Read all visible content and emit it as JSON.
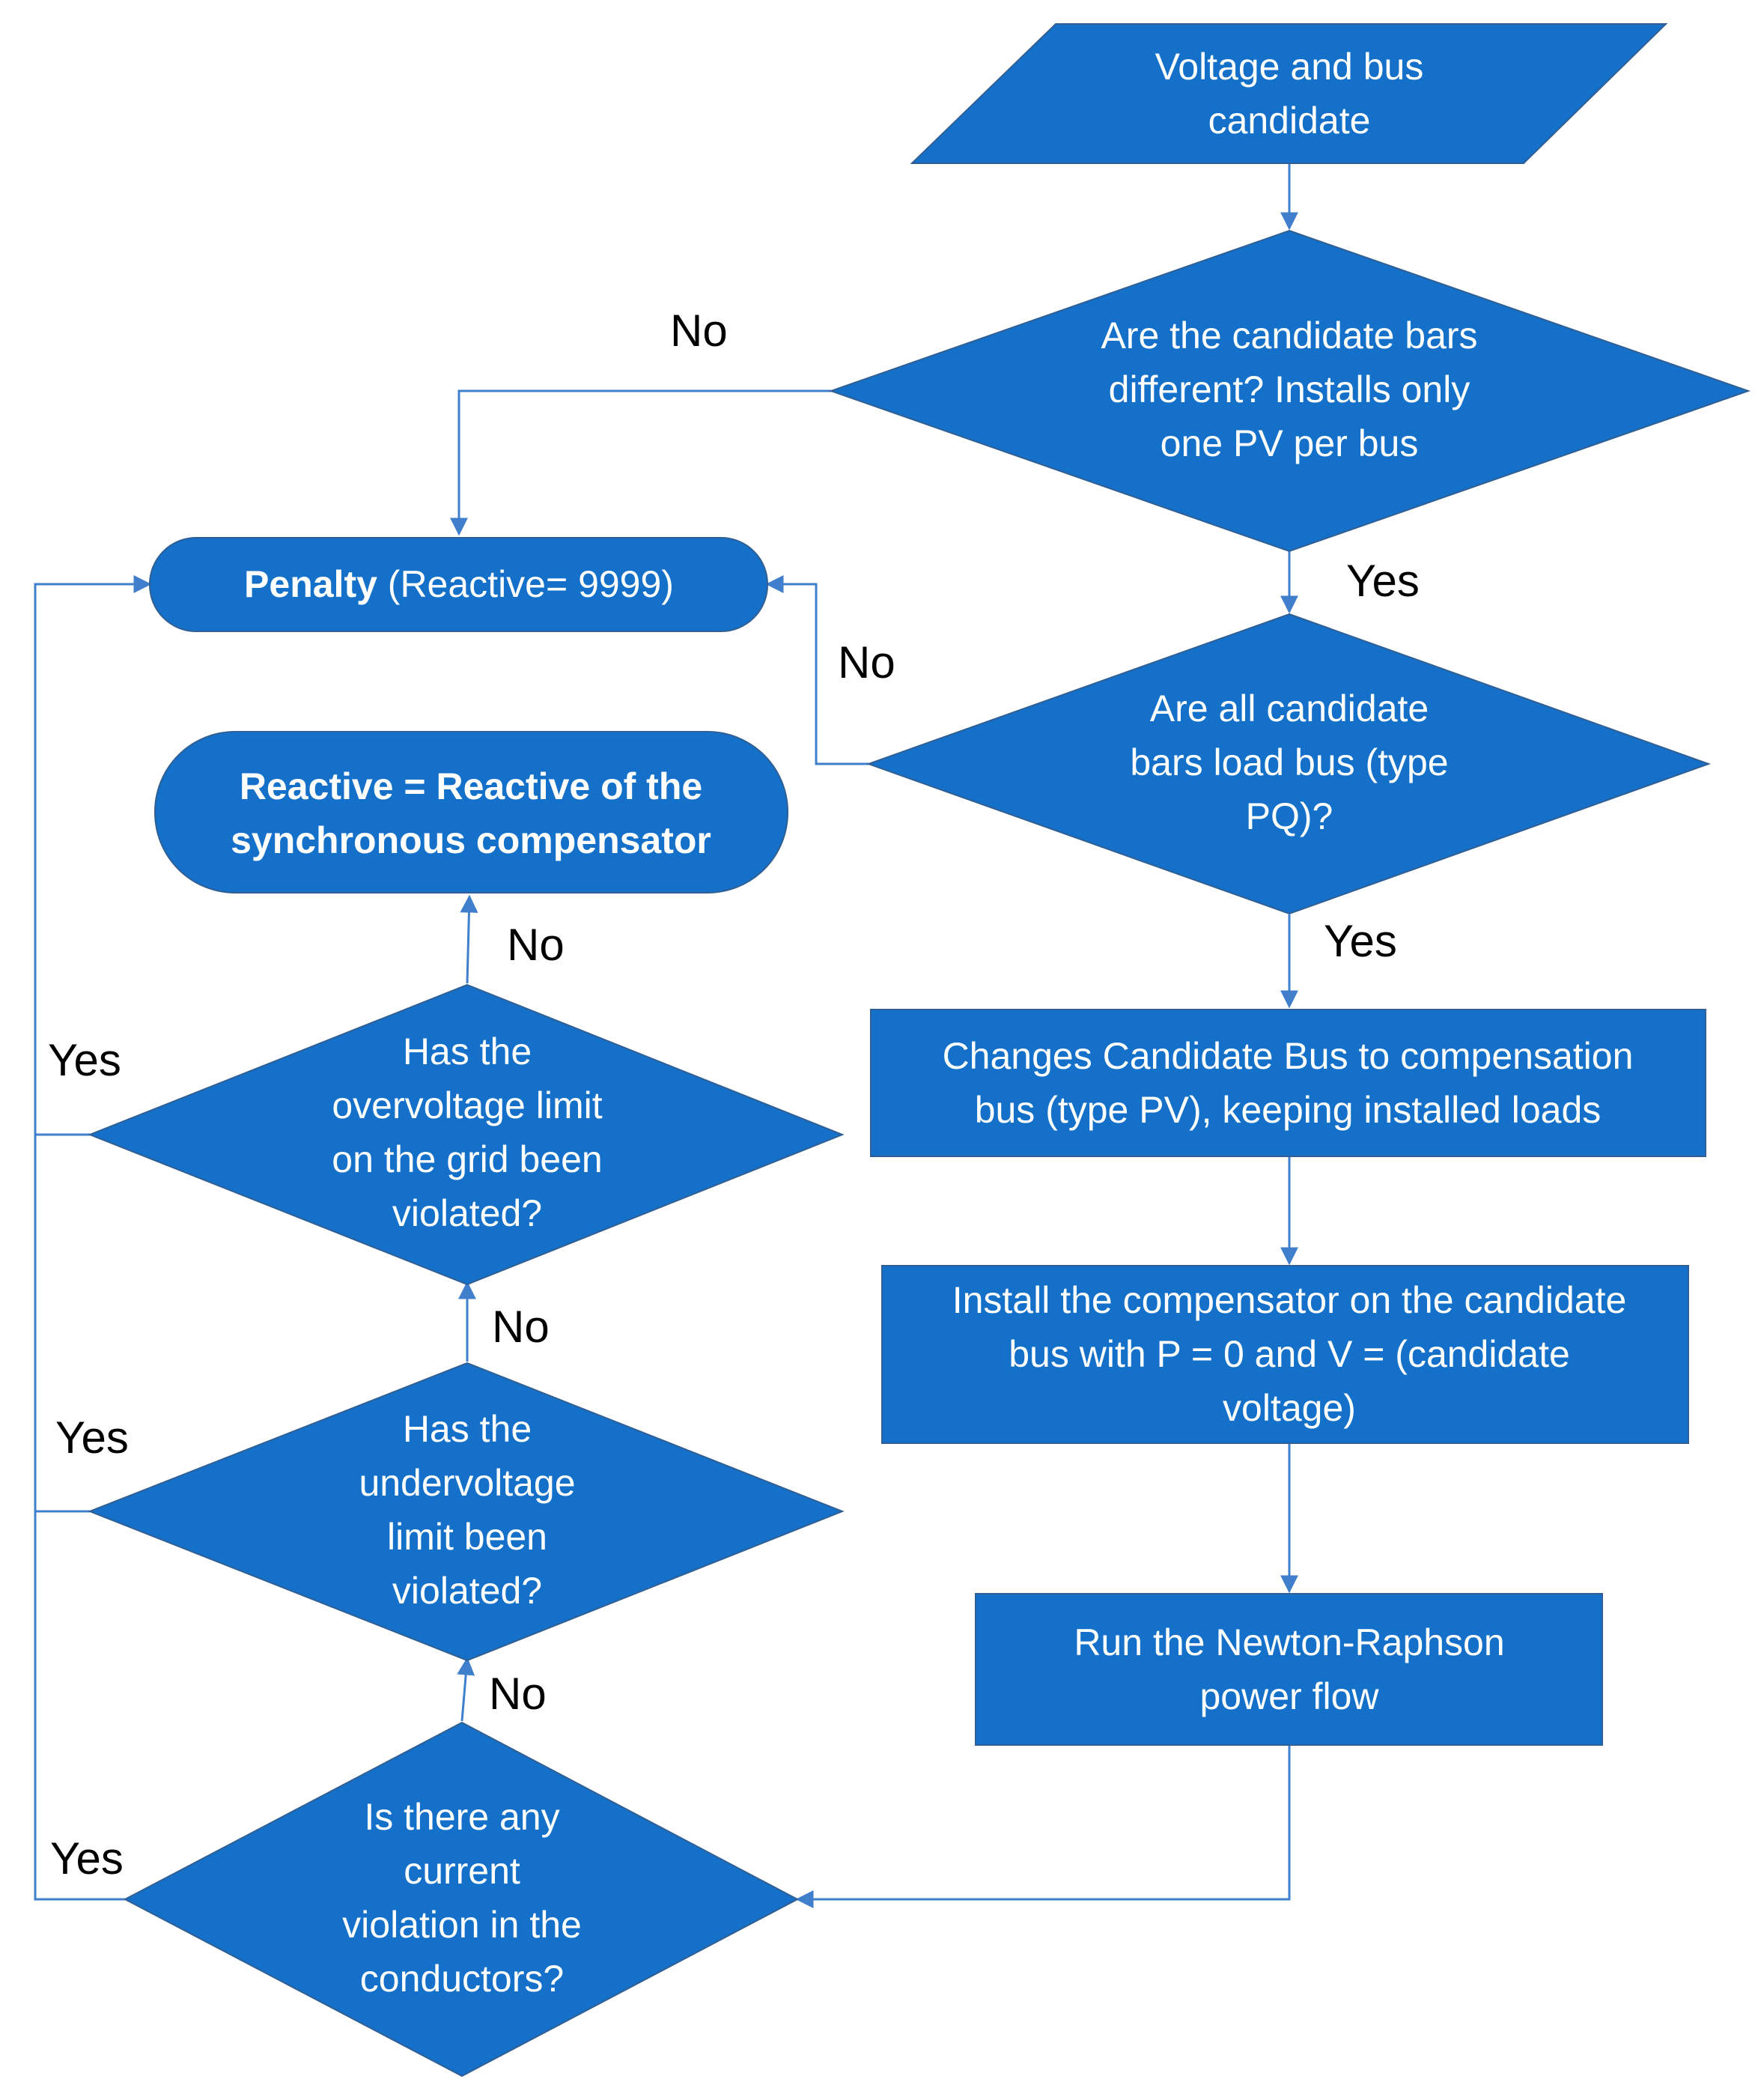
{
  "nodes": {
    "input": {
      "lines": [
        "Voltage and bus",
        "candidate"
      ]
    },
    "check_bars_different": {
      "lines": [
        "Are the candidate bars",
        "different? Installs only",
        "one PV per bus"
      ]
    },
    "penalty": {
      "bold": "Penalty",
      "rest": " (Reactive= 9999)"
    },
    "check_load_bus": {
      "lines": [
        "Are all candidate",
        "bars load bus (type",
        "PQ)?"
      ]
    },
    "reactive_result": {
      "lines": [
        "Reactive = Reactive of the",
        "synchronous compensator"
      ]
    },
    "change_bus": {
      "lines": [
        "Changes Candidate Bus to compensation",
        "bus (type PV), keeping installed loads"
      ]
    },
    "install_compensator": {
      "lines": [
        "Install the compensator on the candidate",
        "bus with P = 0 and V = (candidate",
        "voltage)"
      ]
    },
    "run_power_flow": {
      "lines": [
        "Run the Newton-Raphson",
        "power flow"
      ]
    },
    "check_overvoltage": {
      "lines": [
        "Has the",
        "overvoltage limit",
        "on the grid been",
        "violated?"
      ]
    },
    "check_undervoltage": {
      "lines": [
        "Has the",
        "undervoltage",
        "limit been",
        "violated?"
      ]
    },
    "check_current": {
      "lines": [
        "Is there any",
        "current",
        "violation in the",
        "conductors?"
      ]
    }
  },
  "labels": {
    "bars_different_no": "No",
    "bars_different_yes": "Yes",
    "load_bus_no": "No",
    "load_bus_yes": "Yes",
    "overvoltage_no": "No",
    "overvoltage_yes": "Yes",
    "undervoltage_no": "No",
    "undervoltage_yes": "Yes",
    "current_no": "No",
    "current_yes": "Yes"
  }
}
